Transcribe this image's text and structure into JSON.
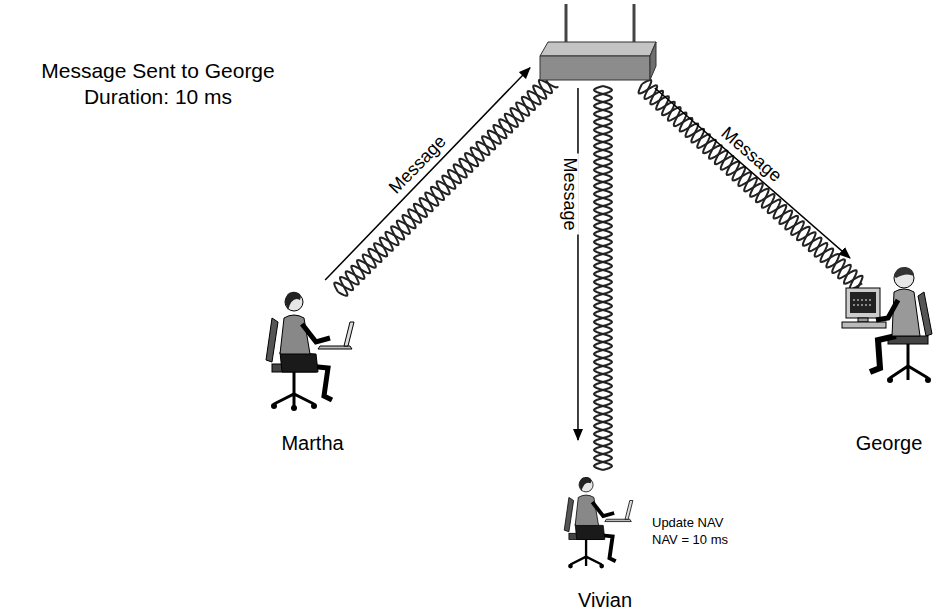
{
  "diagram": {
    "nodes": [
      {
        "text": []
      },
      {
        "text": [
          "Martha"
        ]
      },
      {
        "text": [
          "George"
        ]
      },
      {
        "text": [
          "Vivian"
        ]
      }
    ],
    "edges": [
      {
        "from": 1,
        "to": 0,
        "label": "Message",
        "arrow": "to"
      },
      {
        "from": 0,
        "to": 3,
        "label": "Message",
        "arrow": "to"
      },
      {
        "from": 0,
        "to": 2,
        "label": "Message",
        "arrow": "to"
      }
    ],
    "labels": [
      "Message Sent to George",
      "Duration: 10 ms",
      "Update NAV",
      "NAV = 10 ms"
    ]
  }
}
